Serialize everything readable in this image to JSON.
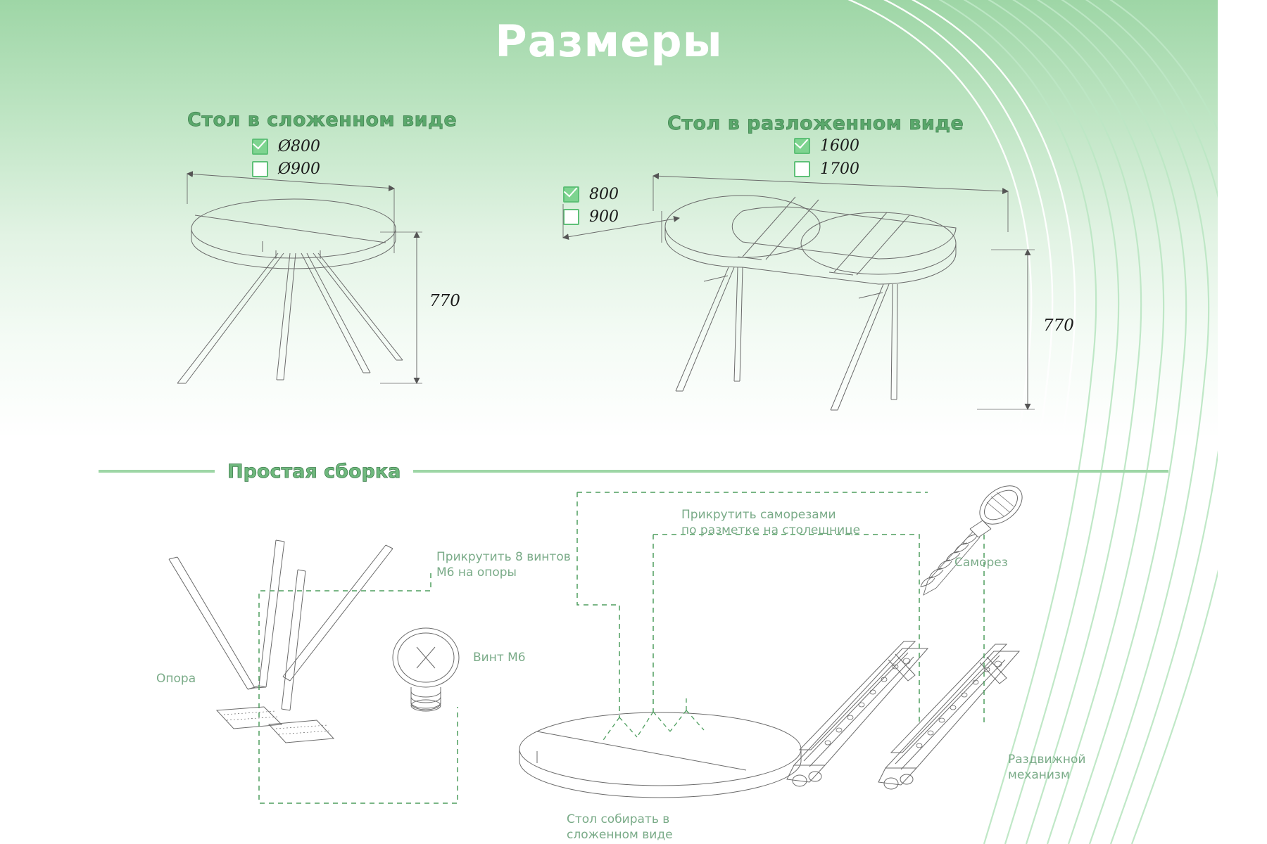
{
  "page": {
    "title": "Размеры",
    "accent_green": "#7cc98c",
    "line_green": "#5ec077",
    "label_green": "#7aab88",
    "ink": "#555555"
  },
  "sections": {
    "folded": {
      "title": "Стол в сложенном виде",
      "options": [
        {
          "label": "Ø800",
          "checked": true
        },
        {
          "label": "Ø900",
          "checked": false
        }
      ],
      "height_dim": "770"
    },
    "unfolded": {
      "title": "Стол в разложенном виде",
      "length_options": [
        {
          "label": "1600",
          "checked": true
        },
        {
          "label": "1700",
          "checked": false
        }
      ],
      "width_options": [
        {
          "label": "800",
          "checked": true
        },
        {
          "label": "900",
          "checked": false
        }
      ],
      "height_dim": "770"
    },
    "assembly": {
      "title": "Простая сборка",
      "labels": {
        "leg": "Опора",
        "bolt": "Винт М6",
        "bolt_note": "Прикрутить 8 винтов\nМ6 на опоры",
        "screw": "Саморез",
        "screw_note": "Прикрутить саморезами\nпо разметке на столешнице",
        "mechanism": "Раздвижной\nмеханизм",
        "assemble_note": "Стол собирать в\nсложенном виде"
      }
    }
  }
}
